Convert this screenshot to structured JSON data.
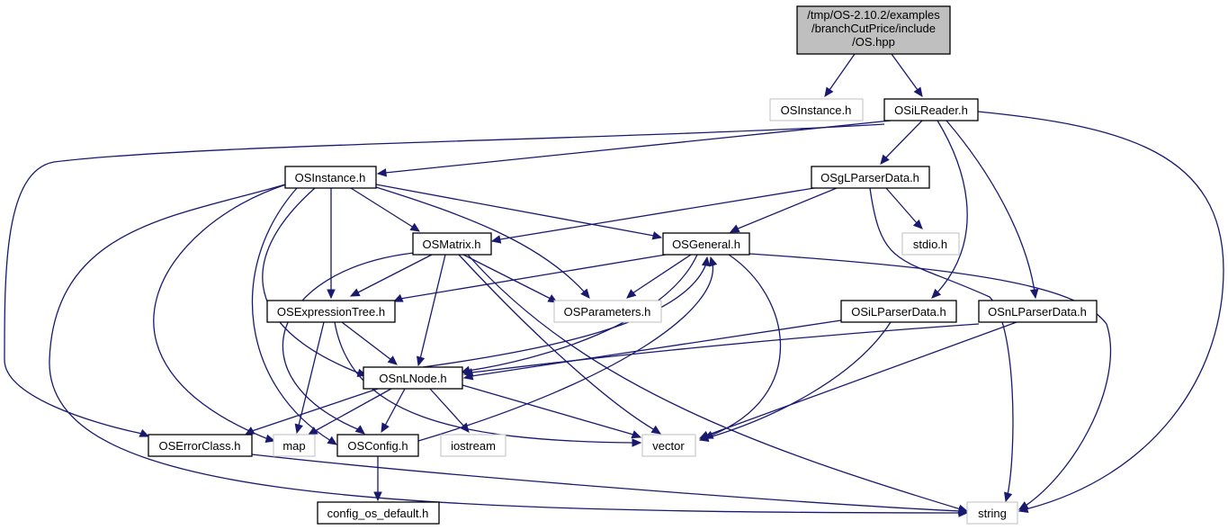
{
  "graph": {
    "root": {
      "label_lines": [
        "/tmp/OS-2.10.2/examples",
        "/branchCutPrice/include",
        "/OS.hpp"
      ]
    },
    "nodes": {
      "osinstance_ext": "OSInstance.h",
      "osilreader": "OSiLReader.h",
      "osinstance": "OSInstance.h",
      "osglparserdata": "OSgLParserData.h",
      "osmatrix": "OSMatrix.h",
      "osgeneral": "OSGeneral.h",
      "stdio": "stdio.h",
      "osexpressiontree": "OSExpressionTree.h",
      "osparameters": "OSParameters.h",
      "osilparserdata": "OSiLParserData.h",
      "osnlparserdata": "OSnLParserData.h",
      "osnlnode": "OSnLNode.h",
      "oserrorclass": "OSErrorClass.h",
      "map": "map",
      "osconfig": "OSConfig.h",
      "iostream": "iostream",
      "vector": "vector",
      "config_os_default": "config_os_default.h",
      "string": "string"
    },
    "colors": {
      "edge": "#191970",
      "root_fill": "#bfbfbf",
      "node_border": "#000000",
      "external_border": "#bfbfbf"
    }
  }
}
